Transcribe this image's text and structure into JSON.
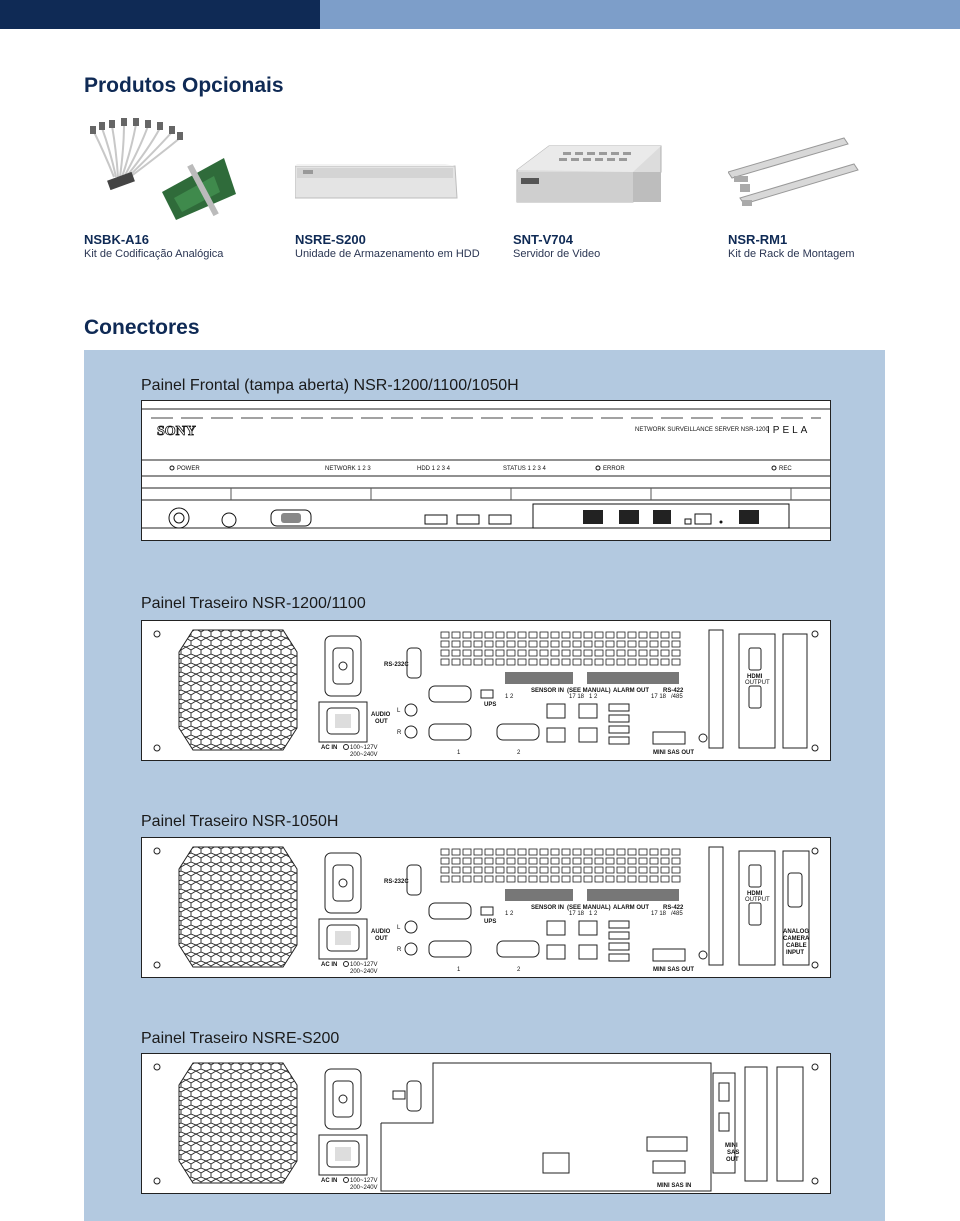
{
  "section_products": {
    "title": "Produtos Opcionais",
    "items": [
      {
        "name": "NSBK-A16",
        "desc": "Kit de Codificação Analógica"
      },
      {
        "name": "NSRE-S200",
        "desc": "Unidade de Armazenamento em HDD"
      },
      {
        "name": "SNT-V704",
        "desc": "Servidor de Video"
      },
      {
        "name": "NSR-RM1",
        "desc": "Kit de Rack de Montagem"
      }
    ]
  },
  "section_connectors": {
    "title": "Conectores",
    "front": {
      "title": "Painel Frontal (tampa aberta) NSR-1200/1100/1050H",
      "brand": "SONY",
      "model_line": "NETWORK SURVEILLANCE SERVER   NSR-1200",
      "ipela": "IPELA",
      "indicators": {
        "power": "POWER",
        "network": "NETWORK  1  2  3",
        "hdd": "HDD  1  2  3  4",
        "status": "STATUS  1  2  3  4",
        "error": "ERROR",
        "rec": "REC"
      }
    },
    "rear_1200": {
      "title": "Painel Traseiro NSR-1200/1100",
      "labels": {
        "rs232c": "RS-232C",
        "ups": "UPS",
        "audio": "AUDIO",
        "out": "OUT",
        "l": "L",
        "r": "R",
        "ac_in": "AC IN",
        "v1": "100~127V",
        "v2": "200~240V",
        "sensor_in": "SENSOR IN",
        "see_manual": "(SEE MANUAL)",
        "alarm_out": "ALARM OUT",
        "rs422": "RS-422",
        "rs485": "/485",
        "n1718a": "17 18",
        "n1718b": "17 18",
        "n12a": "1 2",
        "n12b": "1 2",
        "hdmi": "HDMI",
        "output": "OUTPUT",
        "mini_sas_out": "MINI SAS OUT",
        "p1": "1",
        "p2": "2"
      }
    },
    "rear_1050": {
      "title": "Painel Traseiro NSR-1050H",
      "labels": {
        "rs232c": "RS-232C",
        "ups": "UPS",
        "audio": "AUDIO",
        "out": "OUT",
        "l": "L",
        "r": "R",
        "ac_in": "AC IN",
        "v1": "100~127V",
        "v2": "200~240V",
        "sensor_in": "SENSOR IN",
        "see_manual": "(SEE MANUAL)",
        "alarm_out": "ALARM OUT",
        "rs422": "RS-422",
        "rs485": "/485",
        "n1718a": "17 18",
        "n1718b": "17 18",
        "n12a": "1 2",
        "n12b": "1 2",
        "hdmi": "HDMI",
        "output": "OUTPUT",
        "mini_sas_out": "MINI SAS OUT",
        "analog1": "ANALOG",
        "analog2": "CAMERA",
        "analog3": "CABLE",
        "analog4": "INPUT",
        "p1": "1",
        "p2": "2"
      }
    },
    "rear_s200": {
      "title": "Painel Traseiro NSRE-S200",
      "labels": {
        "ac_in": "AC IN",
        "v1": "100~127V",
        "v2": "200~240V",
        "mini_sas_in": "MINI SAS IN",
        "mini1": "MINI",
        "mini2": "SAS",
        "mini3": "OUT"
      }
    }
  },
  "colors": {
    "navy": "#0f2a55",
    "top_light": "#7d9ec9",
    "panel_bg": "#b3c9e0"
  }
}
